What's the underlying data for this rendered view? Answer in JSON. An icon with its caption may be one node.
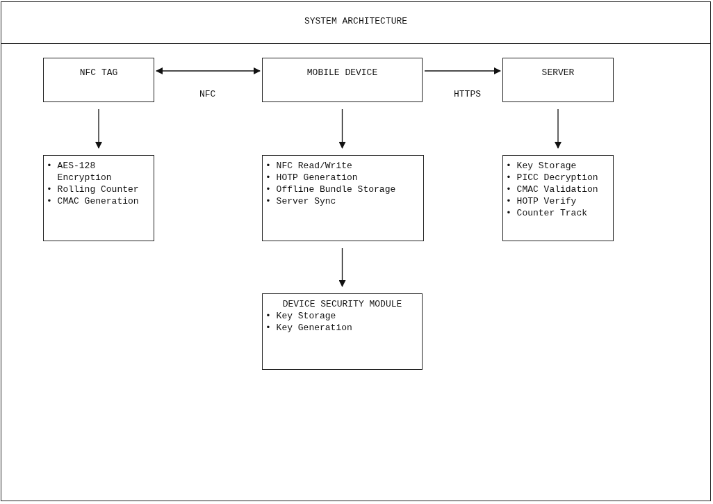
{
  "diagram": {
    "title": "SYSTEM ARCHITECTURE",
    "nodes": [
      {
        "text": [
          "NFC TAG"
        ]
      },
      {
        "text": [
          "MOBILE DEVICE"
        ]
      },
      {
        "text": [
          "SERVER"
        ]
      },
      {
        "text": [
          "• AES-128 Encryption",
          "• Rolling Counter",
          "• CMAC Generation"
        ]
      },
      {
        "text": [
          "• NFC Read/Write",
          "• HOTP Generation",
          "• Offline Bundle Storage",
          "• Server Sync"
        ]
      },
      {
        "text": [
          "• Key Storage",
          "• PICC Decryption",
          "• CMAC Validation",
          "• HOTP Verify",
          "• Counter Track"
        ]
      },
      {
        "text": [
          "DEVICE SECURITY MODULE",
          "• Key Storage",
          "• Key Generation"
        ]
      }
    ],
    "edges": [
      {
        "from": 0,
        "to": 1,
        "arrow": "both",
        "label": "NFC"
      },
      {
        "from": 1,
        "to": 2,
        "arrow": "to",
        "label": "HTTPS"
      },
      {
        "from": 0,
        "to": 3,
        "arrow": "to"
      },
      {
        "from": 1,
        "to": 4,
        "arrow": "to"
      },
      {
        "from": 2,
        "to": 5,
        "arrow": "to"
      },
      {
        "from": 4,
        "to": 6,
        "arrow": "to"
      }
    ]
  }
}
